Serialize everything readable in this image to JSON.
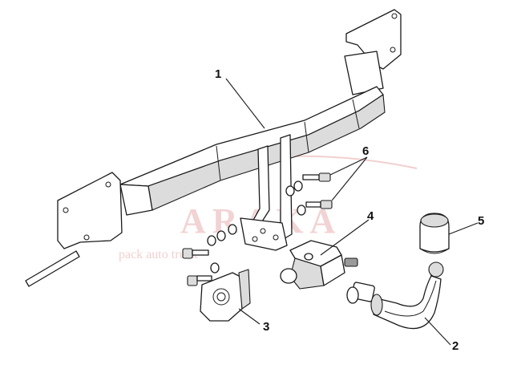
{
  "callouts": {
    "c1": "1",
    "c2": "2",
    "c3": "3",
    "c4": "4",
    "c5": "5",
    "c6": "6"
  },
  "watermark": {
    "brand": "ARAKA",
    "tagline": "pack auto truck"
  },
  "colors": {
    "line": "#1a1a1a",
    "shade": "#dcdcdc",
    "watermark": "#e8a8a8"
  }
}
